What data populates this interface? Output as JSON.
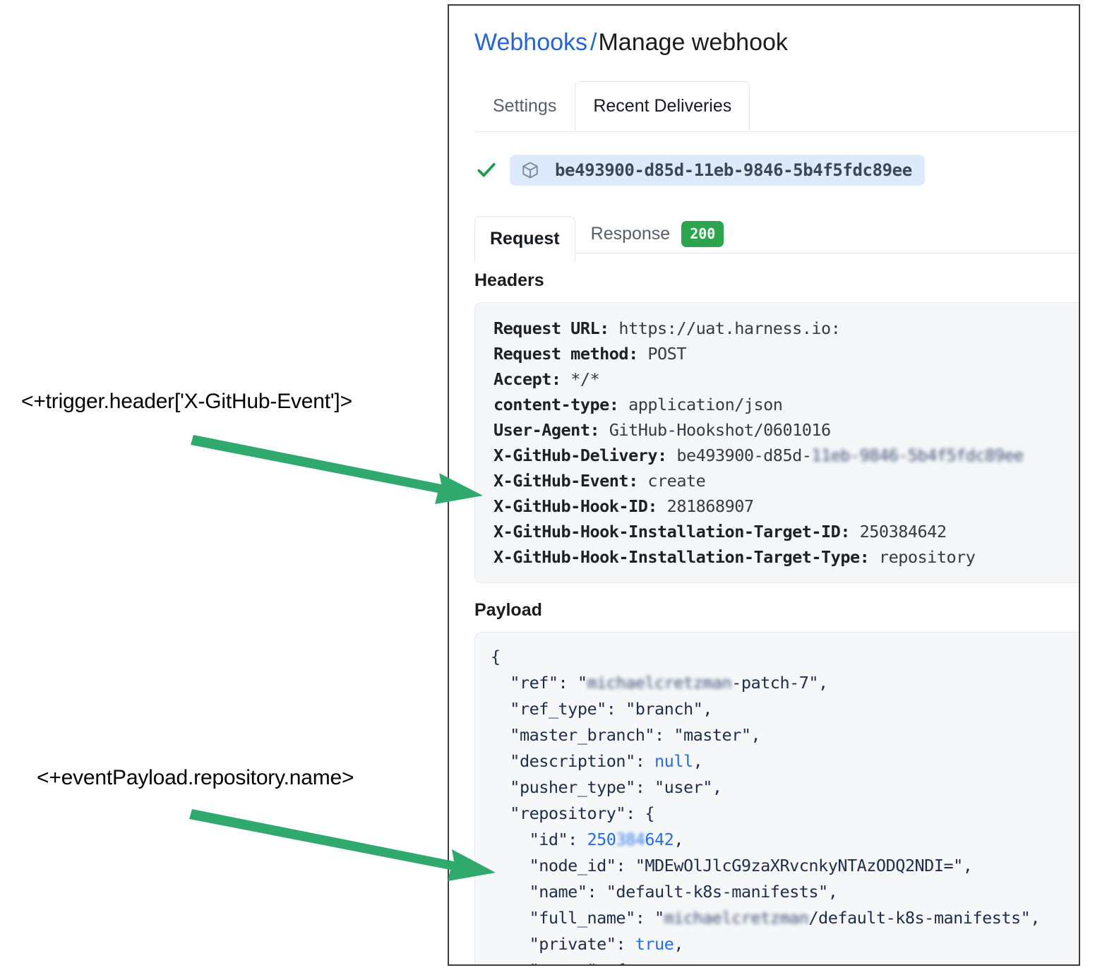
{
  "breadcrumb": {
    "link": "Webhooks",
    "separator": "/",
    "current": "Manage webhook",
    "link_color": "#2265d8"
  },
  "tabs_outer": [
    {
      "label": "Settings",
      "active": false
    },
    {
      "label": "Recent Deliveries",
      "active": true
    }
  ],
  "delivery": {
    "status_icon": "check-icon",
    "package_icon": "package-icon",
    "id": "be493900-d85d-11eb-9846-5b4f5fdc89ee",
    "pill_color": "#ddeafc"
  },
  "tabs_inner": [
    {
      "label": "Request",
      "active": true,
      "badge": null
    },
    {
      "label": "Response",
      "active": false,
      "badge": "200"
    }
  ],
  "badge_color": "#2da44e",
  "sections": {
    "headers_label": "Headers",
    "payload_label": "Payload"
  },
  "headers": [
    {
      "key": "Request URL:",
      "value": " https://uat.harness.io:"
    },
    {
      "key": "Request method:",
      "value": " POST"
    },
    {
      "key": "Accept:",
      "value": " */*"
    },
    {
      "key": "content-type:",
      "value": " application/json"
    },
    {
      "key": "User-Agent:",
      "value": " GitHub-Hookshot/0601016"
    },
    {
      "key": "X-GitHub-Delivery:",
      "value": " be493900-d85d-",
      "redacted": "11eb-9846-5b4f5fdc89ee"
    },
    {
      "key": "X-GitHub-Event:",
      "value": " create"
    },
    {
      "key": "X-GitHub-Hook-ID:",
      "value": " 281868907"
    },
    {
      "key": "X-GitHub-Hook-Installation-Target-ID:",
      "value": " 250384642"
    },
    {
      "key": "X-GitHub-Hook-Installation-Target-Type:",
      "value": " repository"
    }
  ],
  "payload_lines": [
    {
      "indent": 0,
      "pre": "{",
      "redacted": null,
      "post": "",
      "lit": null
    },
    {
      "indent": 1,
      "pre": "\"ref\": \"",
      "redacted": "michaelcretzman",
      "post": "-patch-7\",",
      "lit": null
    },
    {
      "indent": 1,
      "pre": "\"ref_type\": \"branch\",",
      "redacted": null,
      "post": "",
      "lit": null
    },
    {
      "indent": 1,
      "pre": "\"master_branch\": \"master\",",
      "redacted": null,
      "post": "",
      "lit": null
    },
    {
      "indent": 1,
      "pre": "\"description\": ",
      "redacted": null,
      "post": ",",
      "lit": "null"
    },
    {
      "indent": 1,
      "pre": "\"pusher_type\": \"user\",",
      "redacted": null,
      "post": "",
      "lit": null
    },
    {
      "indent": 1,
      "pre": "\"repository\": {",
      "redacted": null,
      "post": "",
      "lit": null
    },
    {
      "indent": 2,
      "pre": "\"id\": ",
      "redacted": null,
      "post": ",",
      "lit": null,
      "num_pre": "250",
      "num_redacted": "384",
      "num_post": "642"
    },
    {
      "indent": 2,
      "pre": "\"node_id\": \"MDEwOlJlcG9zaXRvcnkyNTAzODQ2NDI=\",",
      "redacted": null,
      "post": "",
      "lit": null
    },
    {
      "indent": 2,
      "pre": "\"name\": \"default-k8s-manifests\",",
      "redacted": null,
      "post": "",
      "lit": null
    },
    {
      "indent": 2,
      "pre": "\"full_name\": \"",
      "redacted": "michaelcretzman",
      "post": "/default-k8s-manifests\",",
      "lit": null
    },
    {
      "indent": 2,
      "pre": "\"private\": ",
      "redacted": null,
      "post": ",",
      "lit": "true"
    },
    {
      "indent": 2,
      "pre": "\"owner\": {",
      "redacted": null,
      "post": "",
      "lit": null
    }
  ],
  "annotations": [
    {
      "text": "<+trigger.header['X-GitHub-Event']>",
      "arrow_color": "#2fa96c"
    },
    {
      "text": "<+eventPayload.repository.name>",
      "arrow_color": "#2fa96c"
    }
  ]
}
